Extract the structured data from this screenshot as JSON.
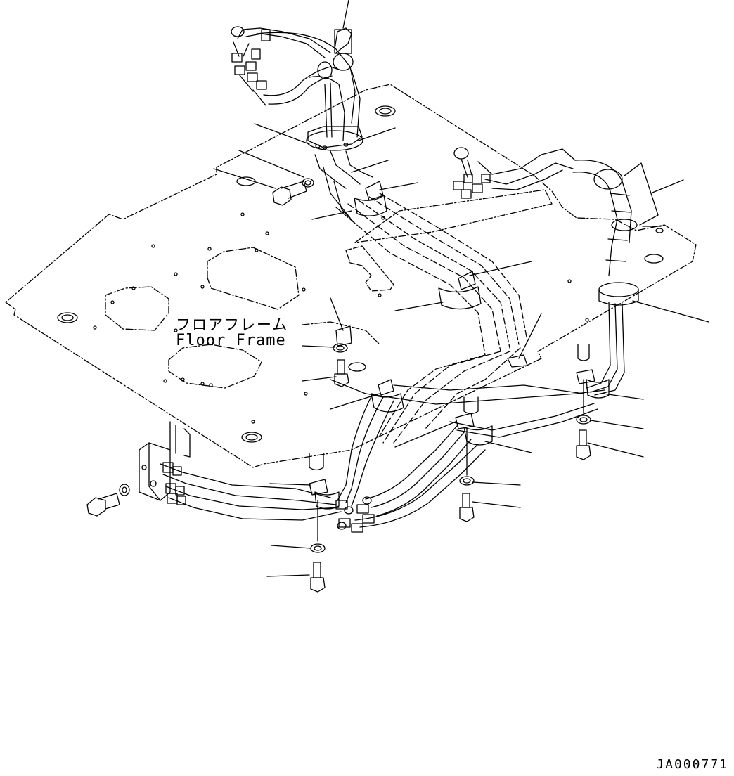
{
  "labels": {
    "floor_frame_jp": "フロアフレーム",
    "floor_frame_en": "Floor Frame"
  },
  "document_id": "JA000771",
  "colors": {
    "line": "#000000",
    "background": "#ffffff"
  }
}
